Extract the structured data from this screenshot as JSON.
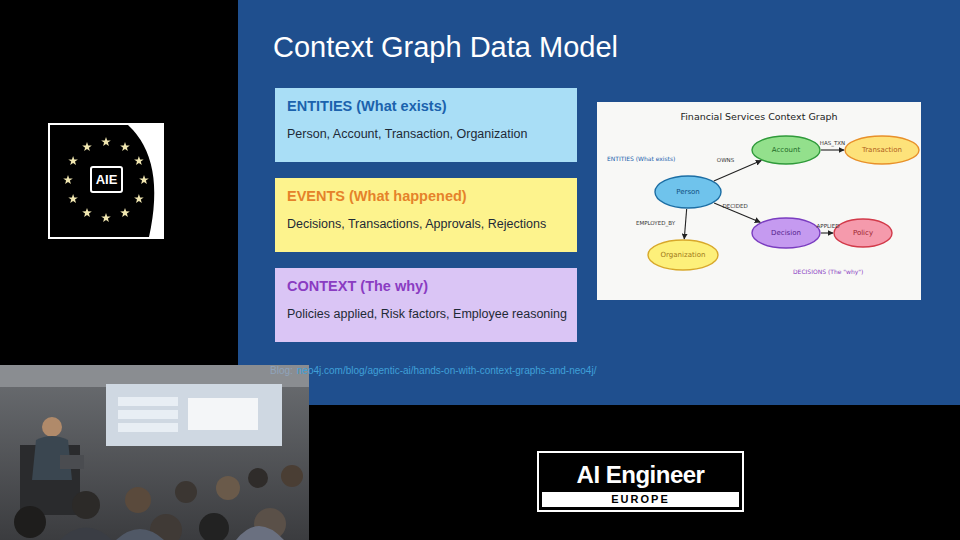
{
  "diagram": {
    "title": "Context Graph Data Model",
    "nodes": [
      {
        "text": [
          "ENTITIES (What exists)",
          "Person, Account, Transaction, Organization"
        ]
      },
      {
        "text": [
          "EVENTS (What happened)",
          "Decisions, Transactions, Approvals, Rejections"
        ]
      },
      {
        "text": [
          "CONTEXT (The why)",
          "Policies applied, Risk factors, Employee reasoning"
        ]
      },
      {
        "text": [
          "Financial Services Context Graph"
        ]
      },
      {
        "text": [
          "Person"
        ],
        "in": 3
      },
      {
        "text": [
          "Account"
        ],
        "in": 3
      },
      {
        "text": [
          "Transaction"
        ],
        "in": 3
      },
      {
        "text": [
          "Organization"
        ],
        "in": 3
      },
      {
        "text": [
          "Decision"
        ],
        "in": 3
      },
      {
        "text": [
          "Policy"
        ],
        "in": 3
      },
      {
        "text": [
          "AIE"
        ]
      },
      {
        "text": [
          "AI Engineer",
          "EUROPE"
        ]
      }
    ],
    "edges": [
      {
        "from": 4,
        "to": 5,
        "arrow": "to",
        "label": "OWNS"
      },
      {
        "from": 5,
        "to": 6,
        "arrow": "to",
        "label": "HAS_TXN"
      },
      {
        "from": 4,
        "to": 7,
        "arrow": "to",
        "label": "EMPLOYED_BY"
      },
      {
        "from": 4,
        "to": 8,
        "arrow": "to",
        "label": "DECIDED"
      },
      {
        "from": 8,
        "to": 9,
        "arrow": "to",
        "label": "APPLIED"
      }
    ],
    "labels": [
      "ENTITIES (What exists)",
      "DECISIONS (The \"why\")",
      "Blog:",
      "neo4j.com/blog/agentic-ai/hands-on-with-context-graphs-and-neo4j/"
    ]
  }
}
